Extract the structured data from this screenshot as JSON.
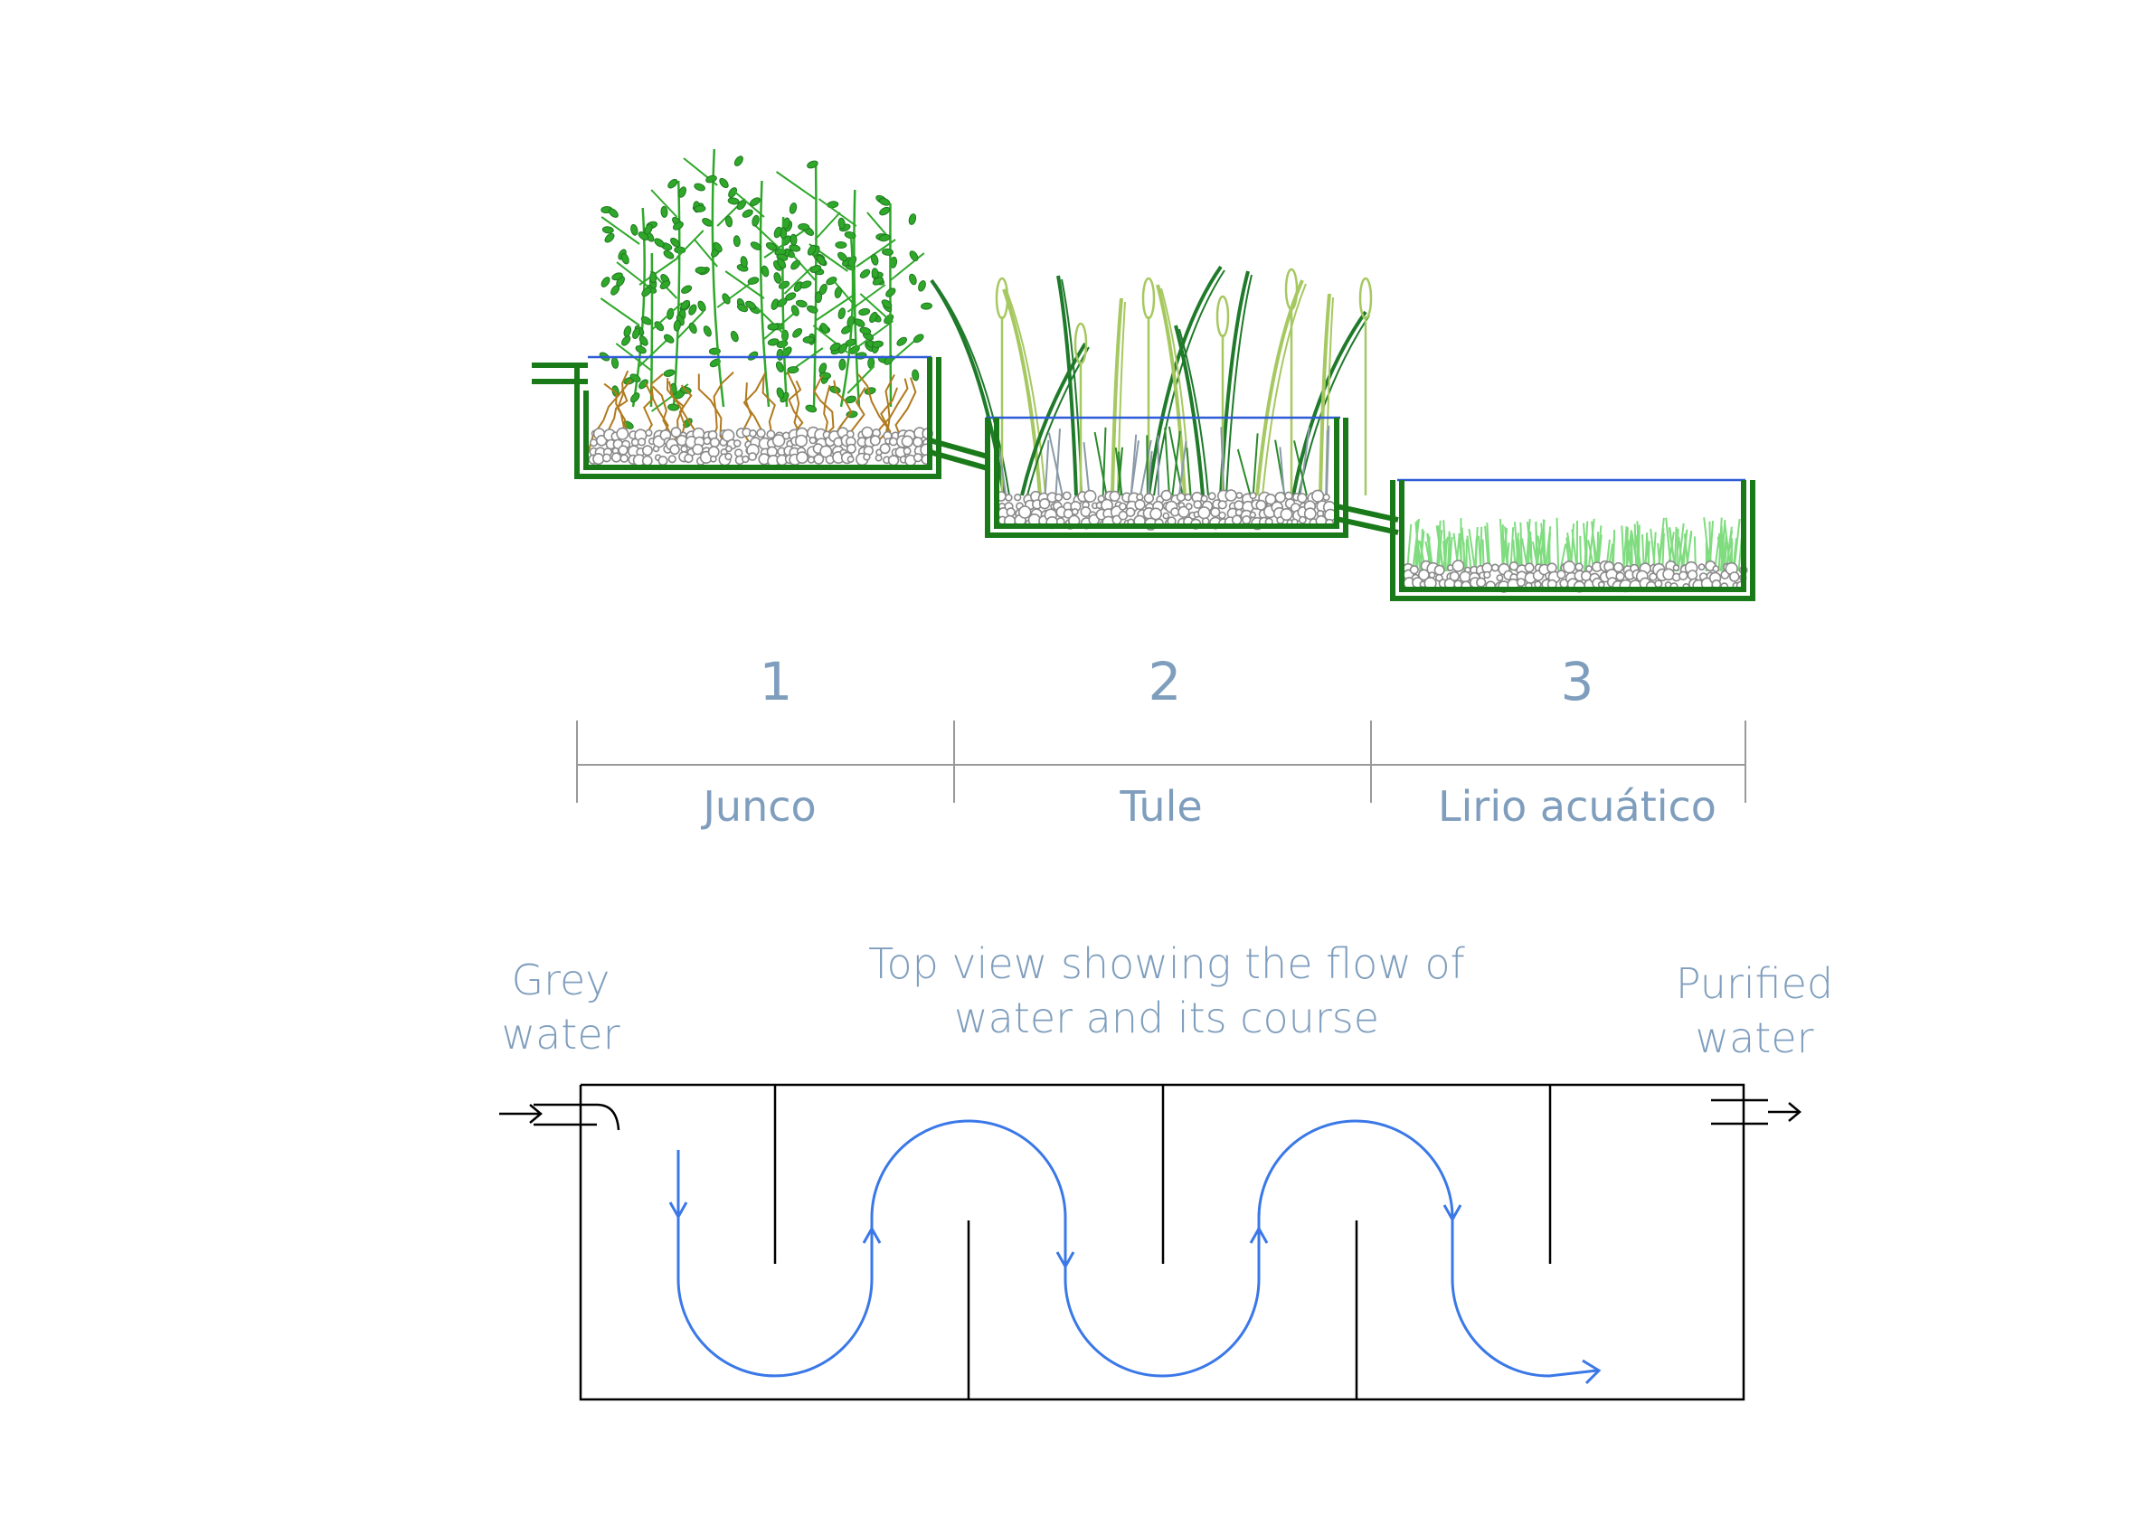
{
  "stages": [
    {
      "number": "1",
      "name": "Junco"
    },
    {
      "number": "2",
      "name": "Tule"
    },
    {
      "number": "3",
      "name": "Lirio acuático"
    }
  ],
  "top_view_title": "Top view showing the flow of water and its course",
  "inlet_label": "Grey water",
  "outlet_label": "Purified water",
  "colors": {
    "tank_green": "#1a7a1a",
    "leaf_green": "#2fa82a",
    "tule_light": "#a6c860",
    "lily_green": "#7fdc7f",
    "root_brown": "#b07a1e",
    "pebble_grey": "#8a8a8a",
    "water_blue": "#2e5bd8",
    "flow_blue": "#3a78e8",
    "label_blue": "#7f9ebd",
    "line_grey": "#999999"
  }
}
